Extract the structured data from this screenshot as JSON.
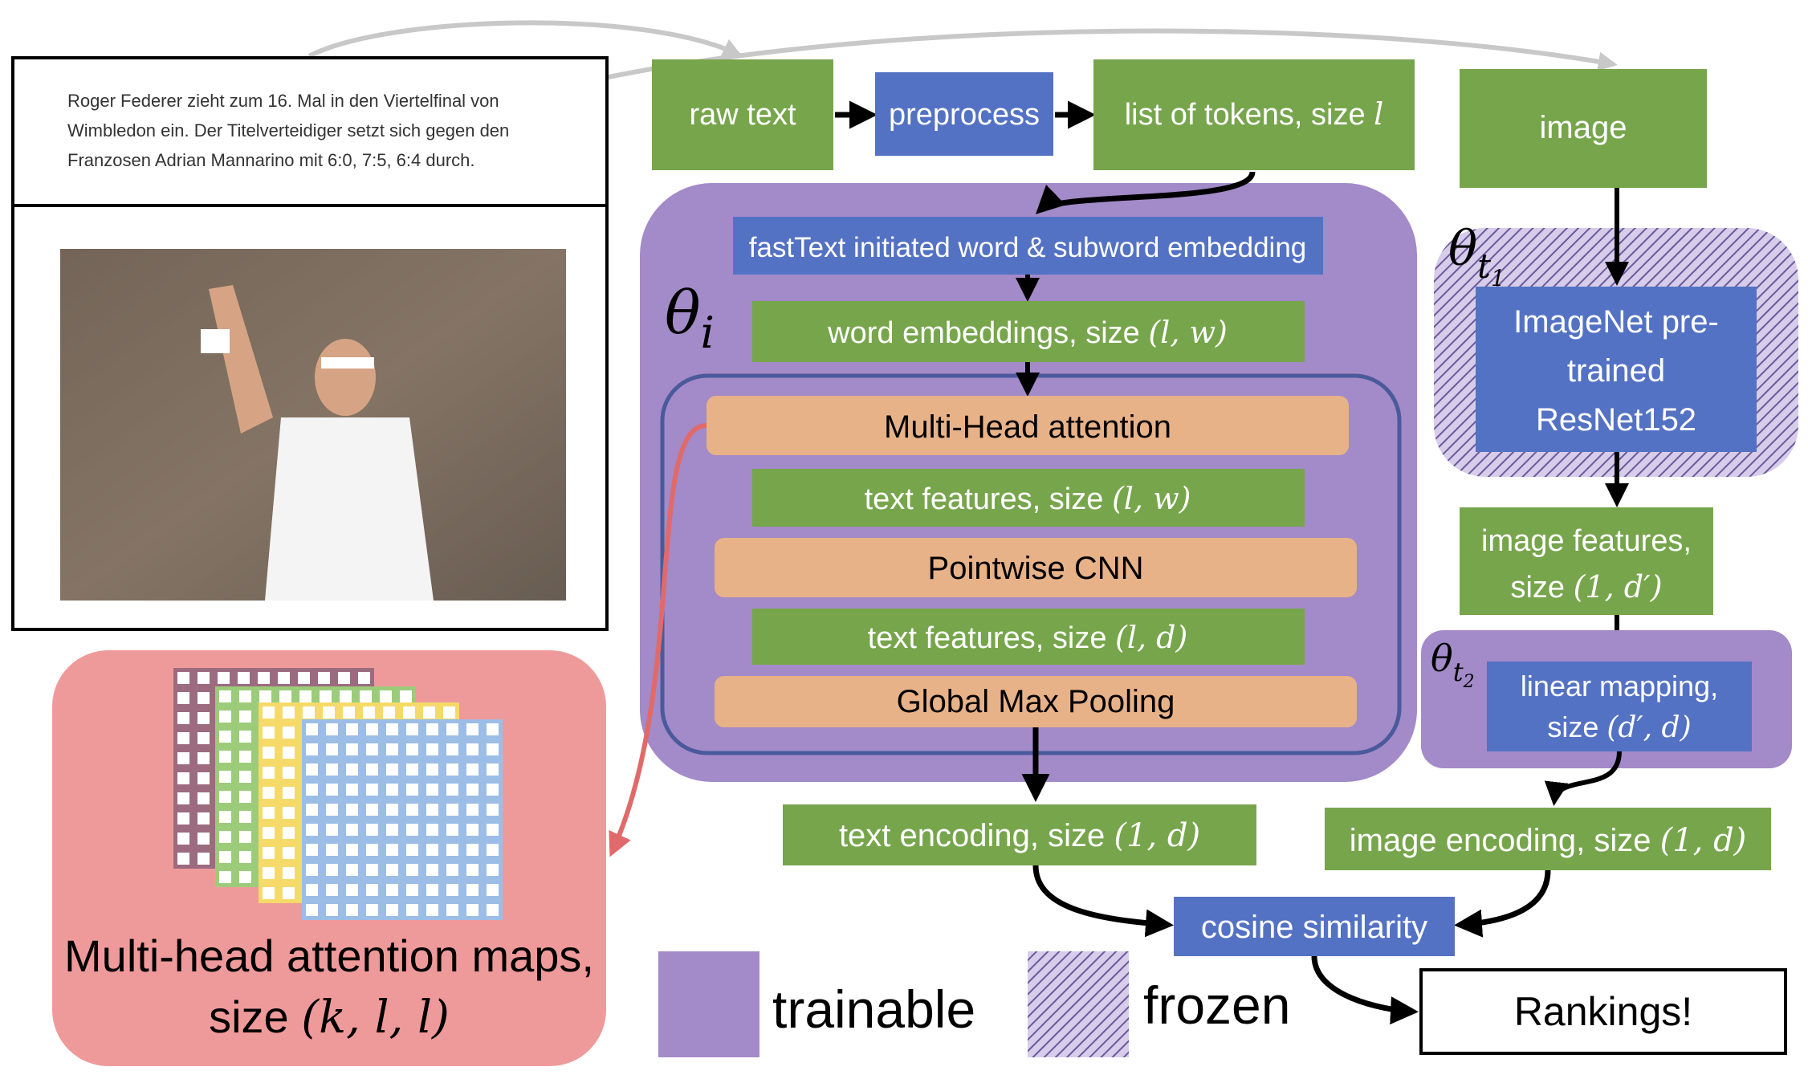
{
  "article": {
    "caption_lines": [
      "Roger Federer zieht zum 16. Mal in den Viertelfinal von",
      "Wimbledon ein. Der Titelverteidiger setzt sich gegen den",
      "Franzosen Adrian Mannarino mit 6:0, 7:5, 6:4 durch."
    ]
  },
  "top_row": {
    "raw_text": "raw text",
    "preprocess": "preprocess",
    "tokens": "list of tokens, size ",
    "tokens_math": "l",
    "image": "image"
  },
  "text_encoder": {
    "theta_label": "θ",
    "theta_sub": "i",
    "fasttext": "fastText initiated word & subword embedding",
    "word_embeddings": "word embeddings, size ",
    "word_embeddings_math": "(l, w)",
    "multi_head": "Multi-Head attention",
    "text_features_1": "text features, size ",
    "text_features_1_math": "(l, w)",
    "pointwise_cnn": "Pointwise CNN",
    "text_features_2": "text features, size ",
    "text_features_2_math": "(l, d)",
    "global_max_pooling": "Global Max Pooling"
  },
  "image_encoder": {
    "theta_t1": "θ",
    "theta_t1_sub": "t",
    "theta_t1_subsub": "1",
    "resnet_lines": [
      "ImageNet pre-",
      "trained",
      "ResNet152"
    ],
    "image_features_line1": "image features,",
    "image_features_line2": "size ",
    "image_features_math": "(1, d′)",
    "theta_t2": "θ",
    "theta_t2_sub": "t",
    "theta_t2_subsub": "2",
    "linear_mapping_line1": "linear mapping,",
    "linear_mapping_line2": "size ",
    "linear_mapping_math": "(d′, d)"
  },
  "outputs": {
    "text_encoding": "text encoding, size ",
    "text_encoding_math": "(1, d)",
    "image_encoding": "image encoding, size ",
    "image_encoding_math": "(1, d)",
    "cosine_similarity": "cosine similarity",
    "rankings": "Rankings!"
  },
  "attention_panel": {
    "line1": "Multi-head attention maps,",
    "line2": "size ",
    "line2_math": "(k, l, l)"
  },
  "legend": {
    "trainable": "trainable",
    "frozen": "frozen"
  },
  "colors": {
    "green": "#77a54c",
    "blue": "#5472c4",
    "purple": "#a38ac8",
    "orange": "#e8b288",
    "pink": "#ef9a9a",
    "arrow_black": "#000000",
    "arrow_gray": "#c8c8c8",
    "arrow_red": "#e06a6a",
    "grid_colors": [
      "#9c6b80",
      "#9ccc7a",
      "#f5da6a",
      "#9cbde6"
    ]
  },
  "photo": {
    "description_icon": "tennis-player-photo"
  }
}
